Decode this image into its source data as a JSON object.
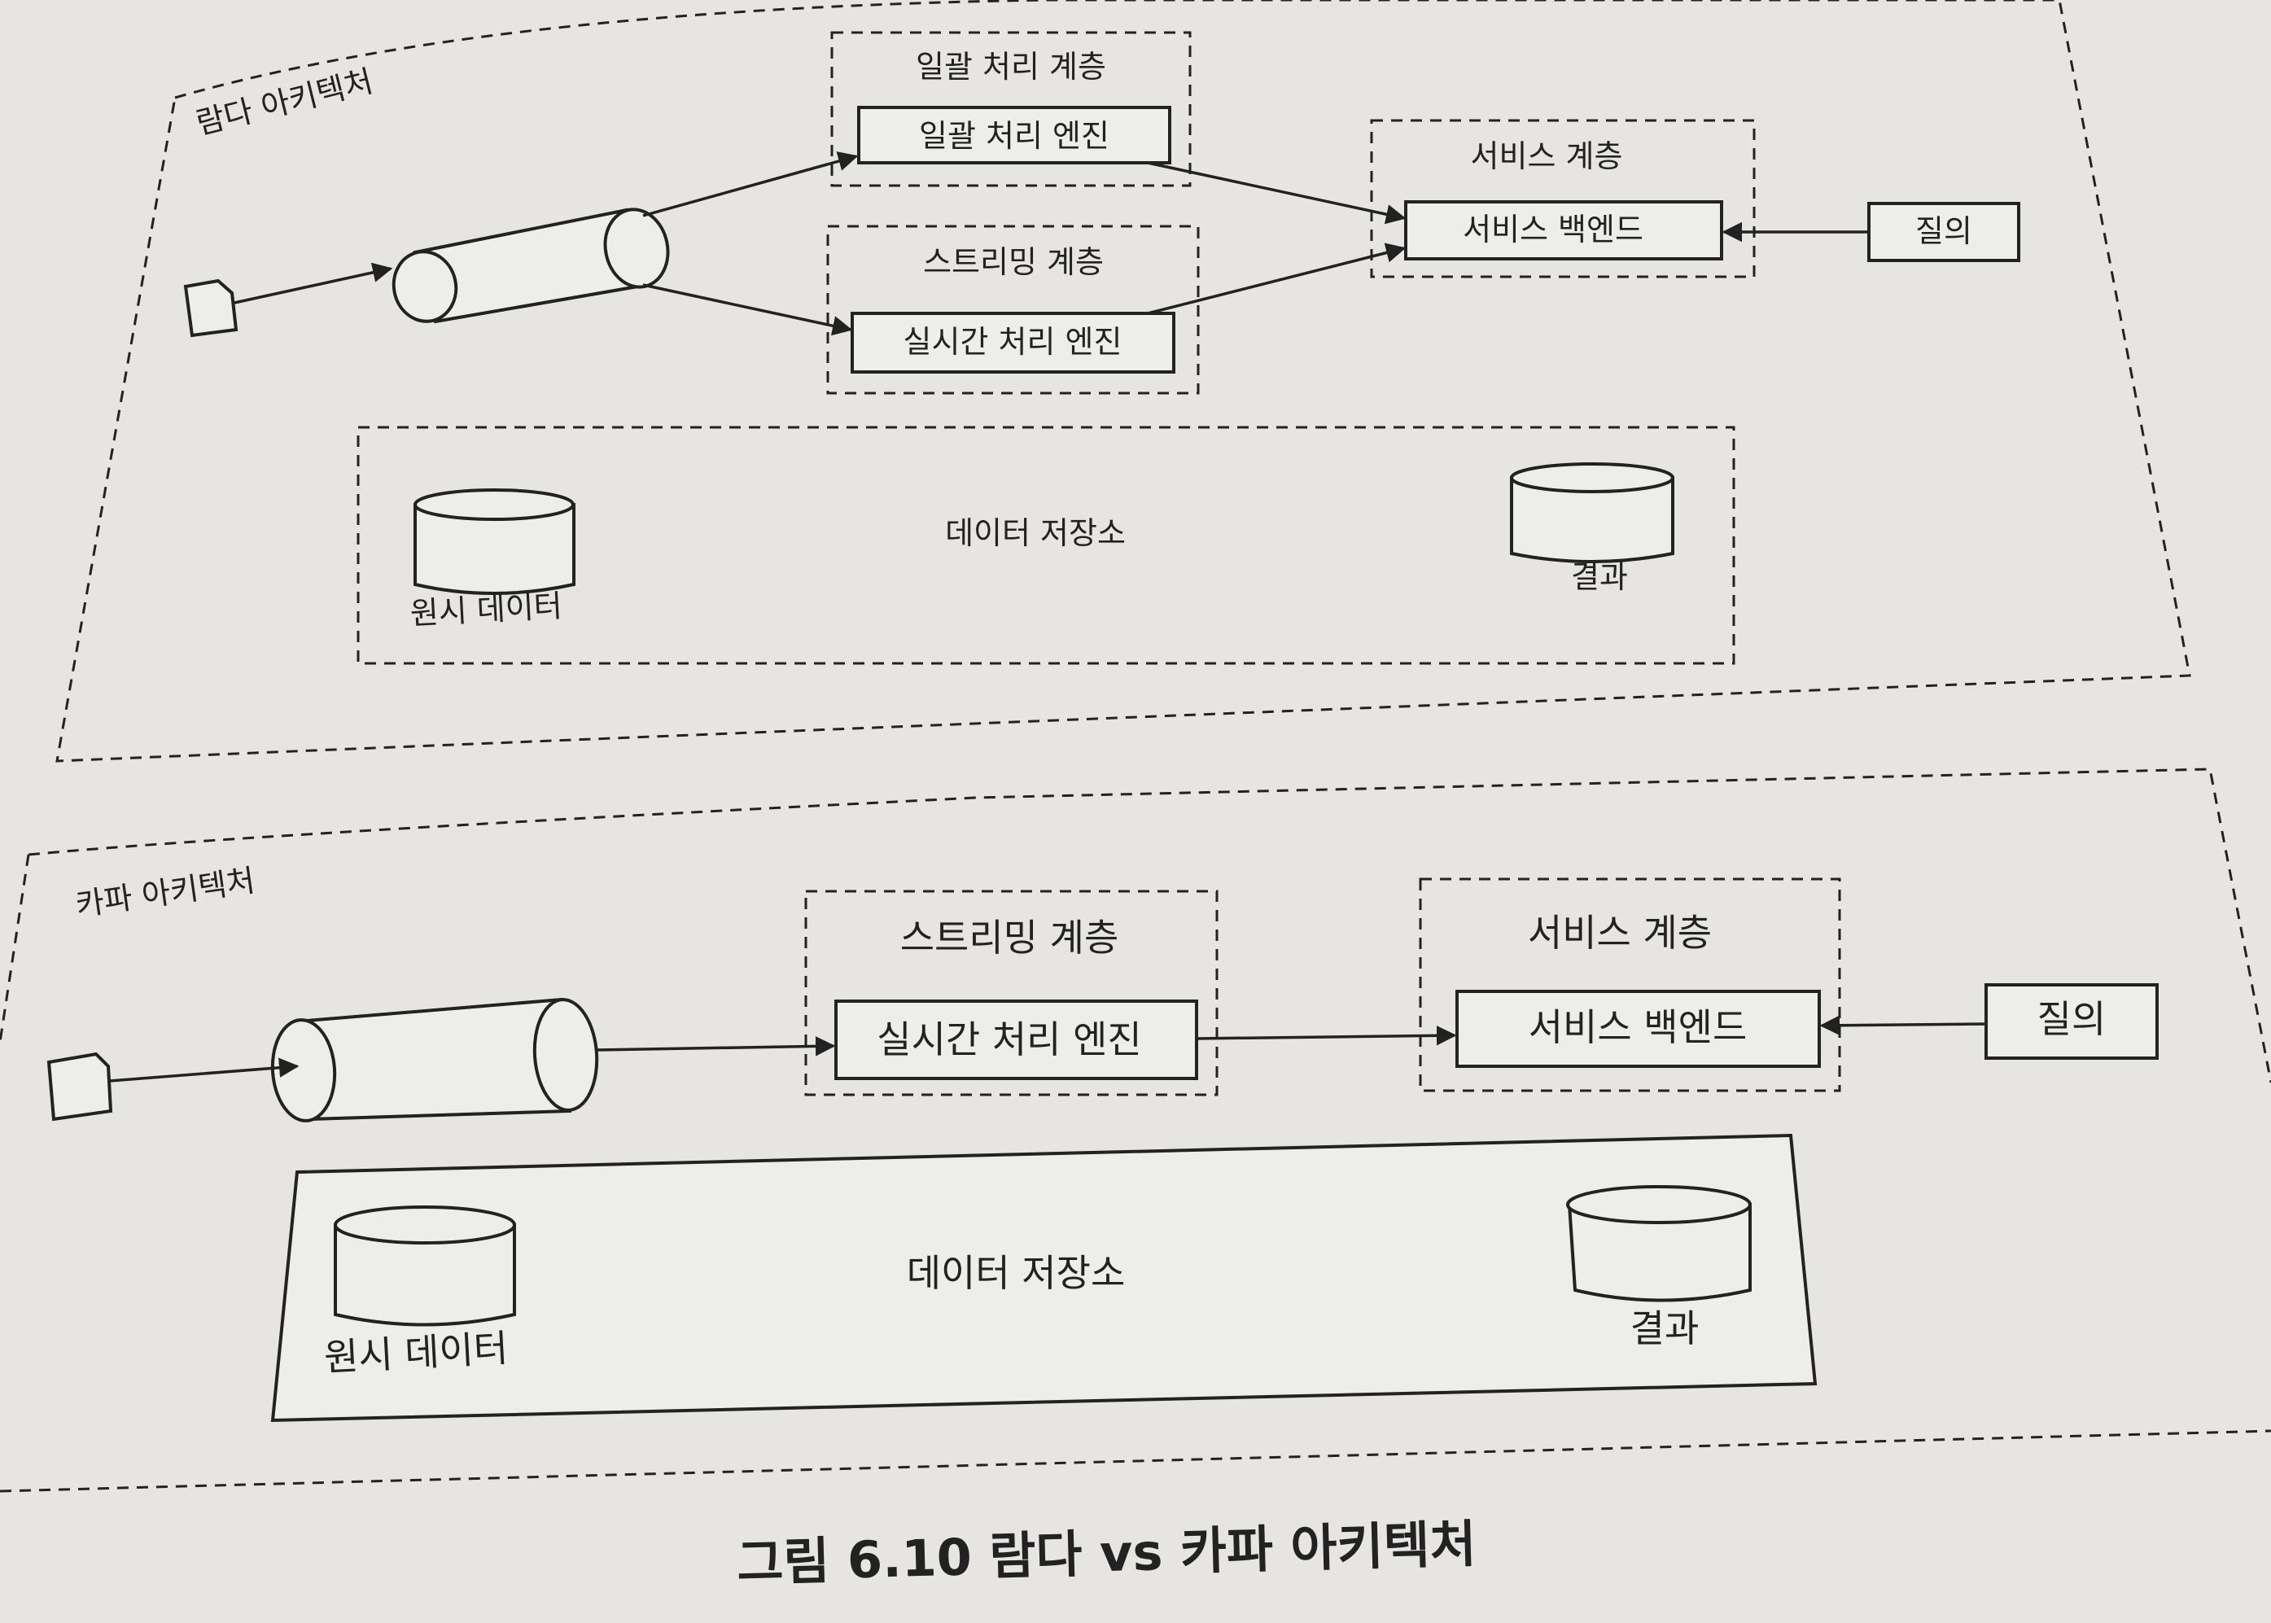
{
  "lambda": {
    "title": "람다 아키텍처",
    "batch_layer": "일괄 처리 계층",
    "batch_engine": "일괄 처리 엔진",
    "streaming_layer": "스트리밍 계층",
    "realtime_engine": "실시간 처리 엔진",
    "serving_layer": "서비스 계층",
    "serving_backend": "서비스 백엔드",
    "query": "질의",
    "data_storage": "데이터 저장소",
    "raw_data": "원시 데이터",
    "result": "결과"
  },
  "kappa": {
    "title": "카파 아키텍처",
    "streaming_layer": "스트리밍 계층",
    "realtime_engine": "실시간 처리 엔진",
    "serving_layer": "서비스 계층",
    "serving_backend": "서비스 백엔드",
    "query": "질의",
    "data_storage": "데이터 저장소",
    "raw_data": "원시 데이터",
    "result": "결과"
  },
  "caption": "그림 6.10 람다 vs 카파 아키텍처"
}
